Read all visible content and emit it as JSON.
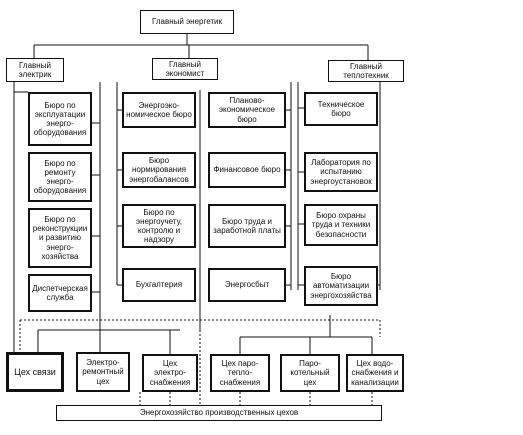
{
  "root": {
    "label": "Главный энергетик"
  },
  "heads": {
    "electric": "Главный электрик",
    "economist": "Главный экономист",
    "heat": "Главный теплотехник"
  },
  "electric_col": [
    "Бюро по эксплуатации энерго-оборудования",
    "Бюро по ремонту энерго-оборудования",
    "Бюро по реконструкции и развитию энерго-хозяйства",
    "Диспетчерская служба"
  ],
  "econ_left": [
    "Энергоэко-номическое бюро",
    "Бюро нормирования энергобалансов",
    "Бюро по энергоучету, контролю и надзору",
    "Бухгалтерия"
  ],
  "econ_right": [
    "Планово-экономическое бюро",
    "Финансовое бюро",
    "Бюро труда и заработной платы",
    "Энергосбыт"
  ],
  "heat_col": [
    "Техническое бюро",
    "Лаборатория по испытанию энергоустановок",
    "Бюро охраны труда и техники безопасности",
    "Бюро автоматизации энергохозяйства"
  ],
  "bottom_units": [
    "Цех связи",
    "Электро-ремонтный цех",
    "Цех электро-снабжения",
    "Цех паро-тепло-снабжения",
    "Паро-котельный цех",
    "Цех водо-снабжения и канализации"
  ],
  "footer": "Энергохозяйство производственных цехов"
}
